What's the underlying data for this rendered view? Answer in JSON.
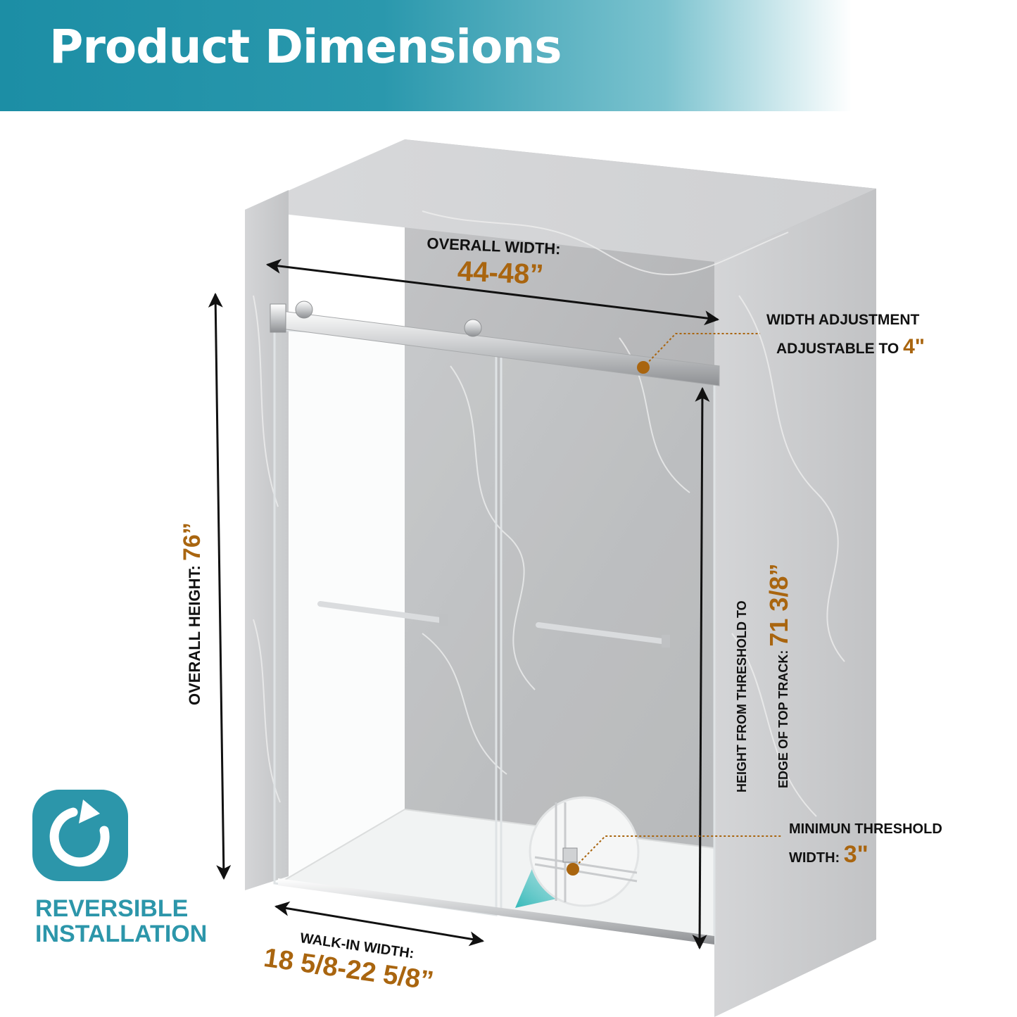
{
  "header": {
    "title": "Product Dimensions"
  },
  "labels": {
    "overall_width": "OVERALL WIDTH:",
    "overall_width_value": "44-48”",
    "width_adjustment_line1": "WIDTH ADJUSTMENT",
    "width_adjustment_line2": "ADJUSTABLE TO",
    "width_adjustment_value": "4\"",
    "overall_height": "OVERALL HEIGHT:",
    "overall_height_value": "76”",
    "threshold_height_line1": "HEIGHT FROM THRESHOLD TO",
    "threshold_height_line2": "EDGE OF TOP TRACK:",
    "threshold_height_value": "71 3/8”",
    "min_threshold_line1": "MINIMUN THRESHOLD",
    "min_threshold_line2": "WIDTH:",
    "min_threshold_value": "3\"",
    "walk_in_width": "WALK-IN WIDTH:",
    "walk_in_width_value": "18 5/8-22 5/8”"
  },
  "badge": {
    "icon": "rotate-arrow-icon",
    "line1": "REVERSIBLE",
    "line2": "INSTALLATION"
  },
  "colors": {
    "header_gradient_start": "#1c8ea5",
    "accent_teal": "#2c96aa",
    "dimension_value": "#a9650f",
    "marble": "#c9cacc"
  }
}
